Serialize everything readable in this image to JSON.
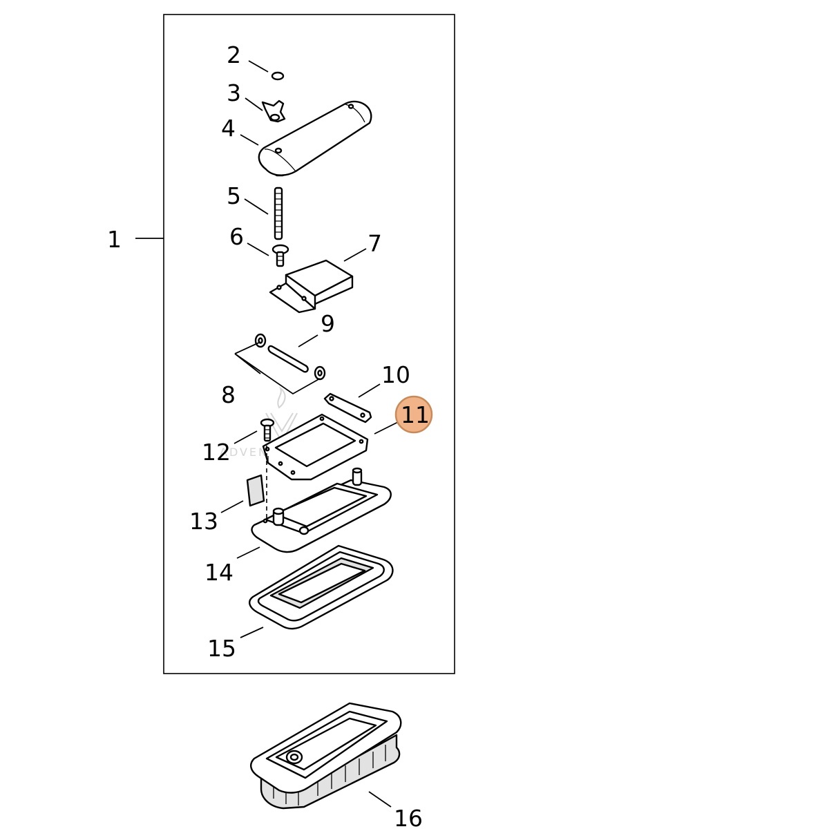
{
  "diagram": {
    "highlight_color": "#f0b488",
    "highlight_stroke": "#c98a5a",
    "callouts": [
      {
        "id": "1",
        "label": "1"
      },
      {
        "id": "2",
        "label": "2"
      },
      {
        "id": "3",
        "label": "3"
      },
      {
        "id": "4",
        "label": "4"
      },
      {
        "id": "5",
        "label": "5"
      },
      {
        "id": "6",
        "label": "6"
      },
      {
        "id": "7",
        "label": "7"
      },
      {
        "id": "8",
        "label": "8"
      },
      {
        "id": "9",
        "label": "9"
      },
      {
        "id": "10",
        "label": "10"
      },
      {
        "id": "11",
        "label": "11",
        "highlighted": true
      },
      {
        "id": "12",
        "label": "12"
      },
      {
        "id": "13",
        "label": "13"
      },
      {
        "id": "14",
        "label": "14"
      },
      {
        "id": "15",
        "label": "15"
      },
      {
        "id": "16",
        "label": "16"
      }
    ],
    "watermark": "ADVENTURE"
  }
}
